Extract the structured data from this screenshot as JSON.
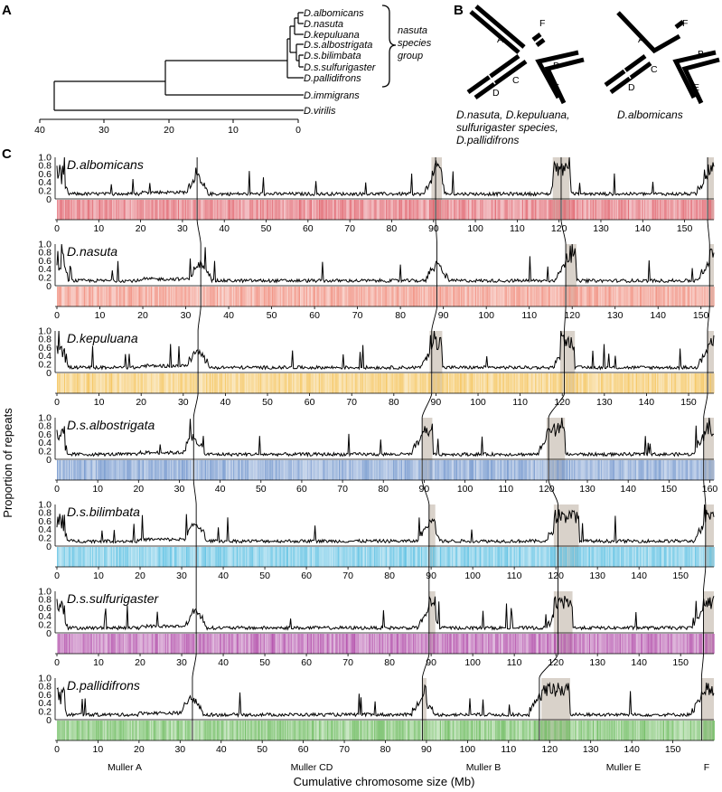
{
  "panels": {
    "a": "A",
    "b": "B",
    "c": "C"
  },
  "tree": {
    "taxa": [
      "D.albomicans",
      "D.nasuta",
      "D.kepuluana",
      "D.s.albostrigata",
      "D.s.bilimbata",
      "D.s.sulfurigaster",
      "D.pallidifrons",
      "D.immigrans",
      "D.virilis"
    ],
    "group_label": [
      "nasuta",
      "species",
      "group"
    ],
    "axis_ticks": [
      "40",
      "30",
      "20",
      "10",
      "0"
    ]
  },
  "karyotype": {
    "arm_labels": [
      "A",
      "B",
      "C",
      "D",
      "E",
      "F"
    ],
    "caption_left": [
      "D.nasuta, D.kepuluana,",
      "sulfurigaster species,",
      "D.pallidifrons"
    ],
    "caption_right": "D.albomicans"
  },
  "colors": {
    "albomicans": "#e0606a",
    "nasuta": "#f08c7c",
    "kepuluana": "#f4c35a",
    "albostrigata": "#6f94cc",
    "bilimbata": "#5cc0e2",
    "sulfurigaster": "#b04aa8",
    "pallidifrons": "#6aba5c",
    "highlight": "#d9d2ca"
  },
  "chart_data": {
    "type": "line",
    "ylabel": "Proportion of repeats",
    "xlabel": "Cumulative chromosome size (Mb)",
    "yticks": [
      "1.0",
      "0.8",
      "0.6",
      "0.4",
      "0.2",
      "0"
    ],
    "muller_labels": [
      "Muller A",
      "Muller CD",
      "Muller B",
      "Muller E",
      "F"
    ],
    "series": [
      {
        "name": "D.albomicans",
        "max": 157,
        "ticks": [
          "0",
          "10",
          "20",
          "30",
          "40",
          "50",
          "60",
          "70",
          "80",
          "90",
          "100",
          "110",
          "120",
          "130",
          "140",
          "150"
        ],
        "boundaries": [
          33.5,
          90.5,
          120.5,
          155.5
        ],
        "highlights": [
          [
            89.5,
            92
          ],
          [
            118.5,
            122.5
          ],
          [
            155.5,
            157
          ]
        ]
      },
      {
        "name": "D.nasuta",
        "max": 153,
        "ticks": [
          "0",
          "10",
          "20",
          "30",
          "40",
          "50",
          "60",
          "70",
          "80",
          "90",
          "100",
          "110",
          "120",
          "130",
          "140",
          "150"
        ],
        "boundaries": [
          33.5,
          88.5,
          118.5,
          152
        ],
        "highlights": [
          [
            118.5,
            121
          ],
          [
            152,
            153
          ]
        ]
      },
      {
        "name": "D.kepuluana",
        "max": 156,
        "ticks": [
          "0",
          "10",
          "20",
          "30",
          "40",
          "50",
          "60",
          "70",
          "80",
          "90",
          "100",
          "110",
          "120",
          "130",
          "140",
          "150"
        ],
        "boundaries": [
          33.5,
          89,
          120.5,
          154.5
        ],
        "highlights": [
          [
            88.5,
            91.5
          ],
          [
            119.5,
            123
          ],
          [
            154.5,
            156
          ]
        ]
      },
      {
        "name": "D.s.albostrigata",
        "max": 161,
        "ticks": [
          "0",
          "10",
          "20",
          "30",
          "40",
          "50",
          "60",
          "70",
          "80",
          "90",
          "100",
          "110",
          "120",
          "130",
          "140",
          "150",
          "160"
        ],
        "boundaries": [
          33.5,
          89.5,
          120.5,
          158.5
        ],
        "highlights": [
          [
            89.5,
            92
          ],
          [
            120,
            124.5
          ],
          [
            158.5,
            161
          ]
        ]
      },
      {
        "name": "D.s.bilimbata",
        "max": 158,
        "ticks": [
          "0",
          "10",
          "20",
          "30",
          "40",
          "50",
          "60",
          "70",
          "80",
          "90",
          "100",
          "110",
          "120",
          "130",
          "140",
          "150"
        ],
        "boundaries": [
          33.5,
          89.5,
          120.5,
          156
        ],
        "highlights": [
          [
            89.5,
            91
          ],
          [
            119.5,
            125.5
          ],
          [
            156,
            158
          ]
        ]
      },
      {
        "name": "D.s.sulfurigaster",
        "max": 158,
        "ticks": [
          "0",
          "10",
          "20",
          "30",
          "40",
          "50",
          "60",
          "70",
          "80",
          "90",
          "100",
          "110",
          "120",
          "130",
          "140",
          "150"
        ],
        "boundaries": [
          33.5,
          89.5,
          120.5,
          155.5
        ],
        "highlights": [
          [
            89.5,
            91
          ],
          [
            119.5,
            124
          ],
          [
            155.5,
            158
          ]
        ]
      },
      {
        "name": "D.pallidifrons",
        "max": 160,
        "ticks": [
          "0",
          "10",
          "20",
          "30",
          "40",
          "50",
          "60",
          "70",
          "80",
          "90",
          "100",
          "110",
          "120",
          "130",
          "140",
          "150"
        ],
        "boundaries": [
          33,
          89,
          117.5,
          157
        ],
        "highlights": [
          [
            89,
            90
          ],
          [
            118,
            125
          ],
          [
            157,
            160
          ]
        ]
      }
    ]
  }
}
